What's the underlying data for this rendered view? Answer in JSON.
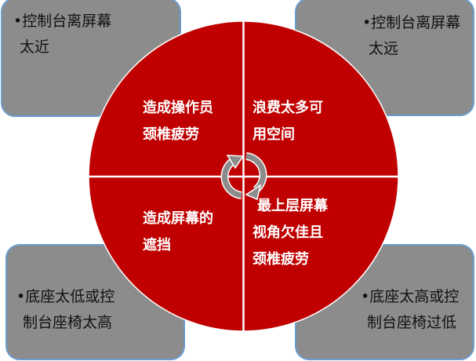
{
  "colors": {
    "wheel_fill": "#c00000",
    "wheel_divider": "#ffffff",
    "box_fill": "#8c8c8c",
    "box_border": "#6a9ccf",
    "cycle_arrow": "#8c8c8c"
  },
  "boxes": {
    "top_left": {
      "lines": [
        "•控制台离屏幕",
        "太近"
      ]
    },
    "top_right": {
      "lines": [
        "•控制台离屏幕",
        "太远"
      ]
    },
    "bottom_left": {
      "lines": [
        "•底座太低或控",
        "制台座椅太高"
      ]
    },
    "bottom_right": {
      "lines": [
        "•底座太高或控",
        "制台座椅过低"
      ]
    }
  },
  "quadrants": {
    "top_left": {
      "lines": [
        "造成操作员",
        "颈椎疲劳"
      ]
    },
    "top_right": {
      "lines": [
        "浪费太多可",
        "用空间"
      ]
    },
    "bottom_left": {
      "lines": [
        "造成屏幕的",
        "遮挡"
      ]
    },
    "bottom_right": {
      "lines": [
        "最上层屏幕",
        "视角欠佳且",
        "颈椎疲劳"
      ]
    }
  },
  "center_icon": "cycle-arrows-icon"
}
